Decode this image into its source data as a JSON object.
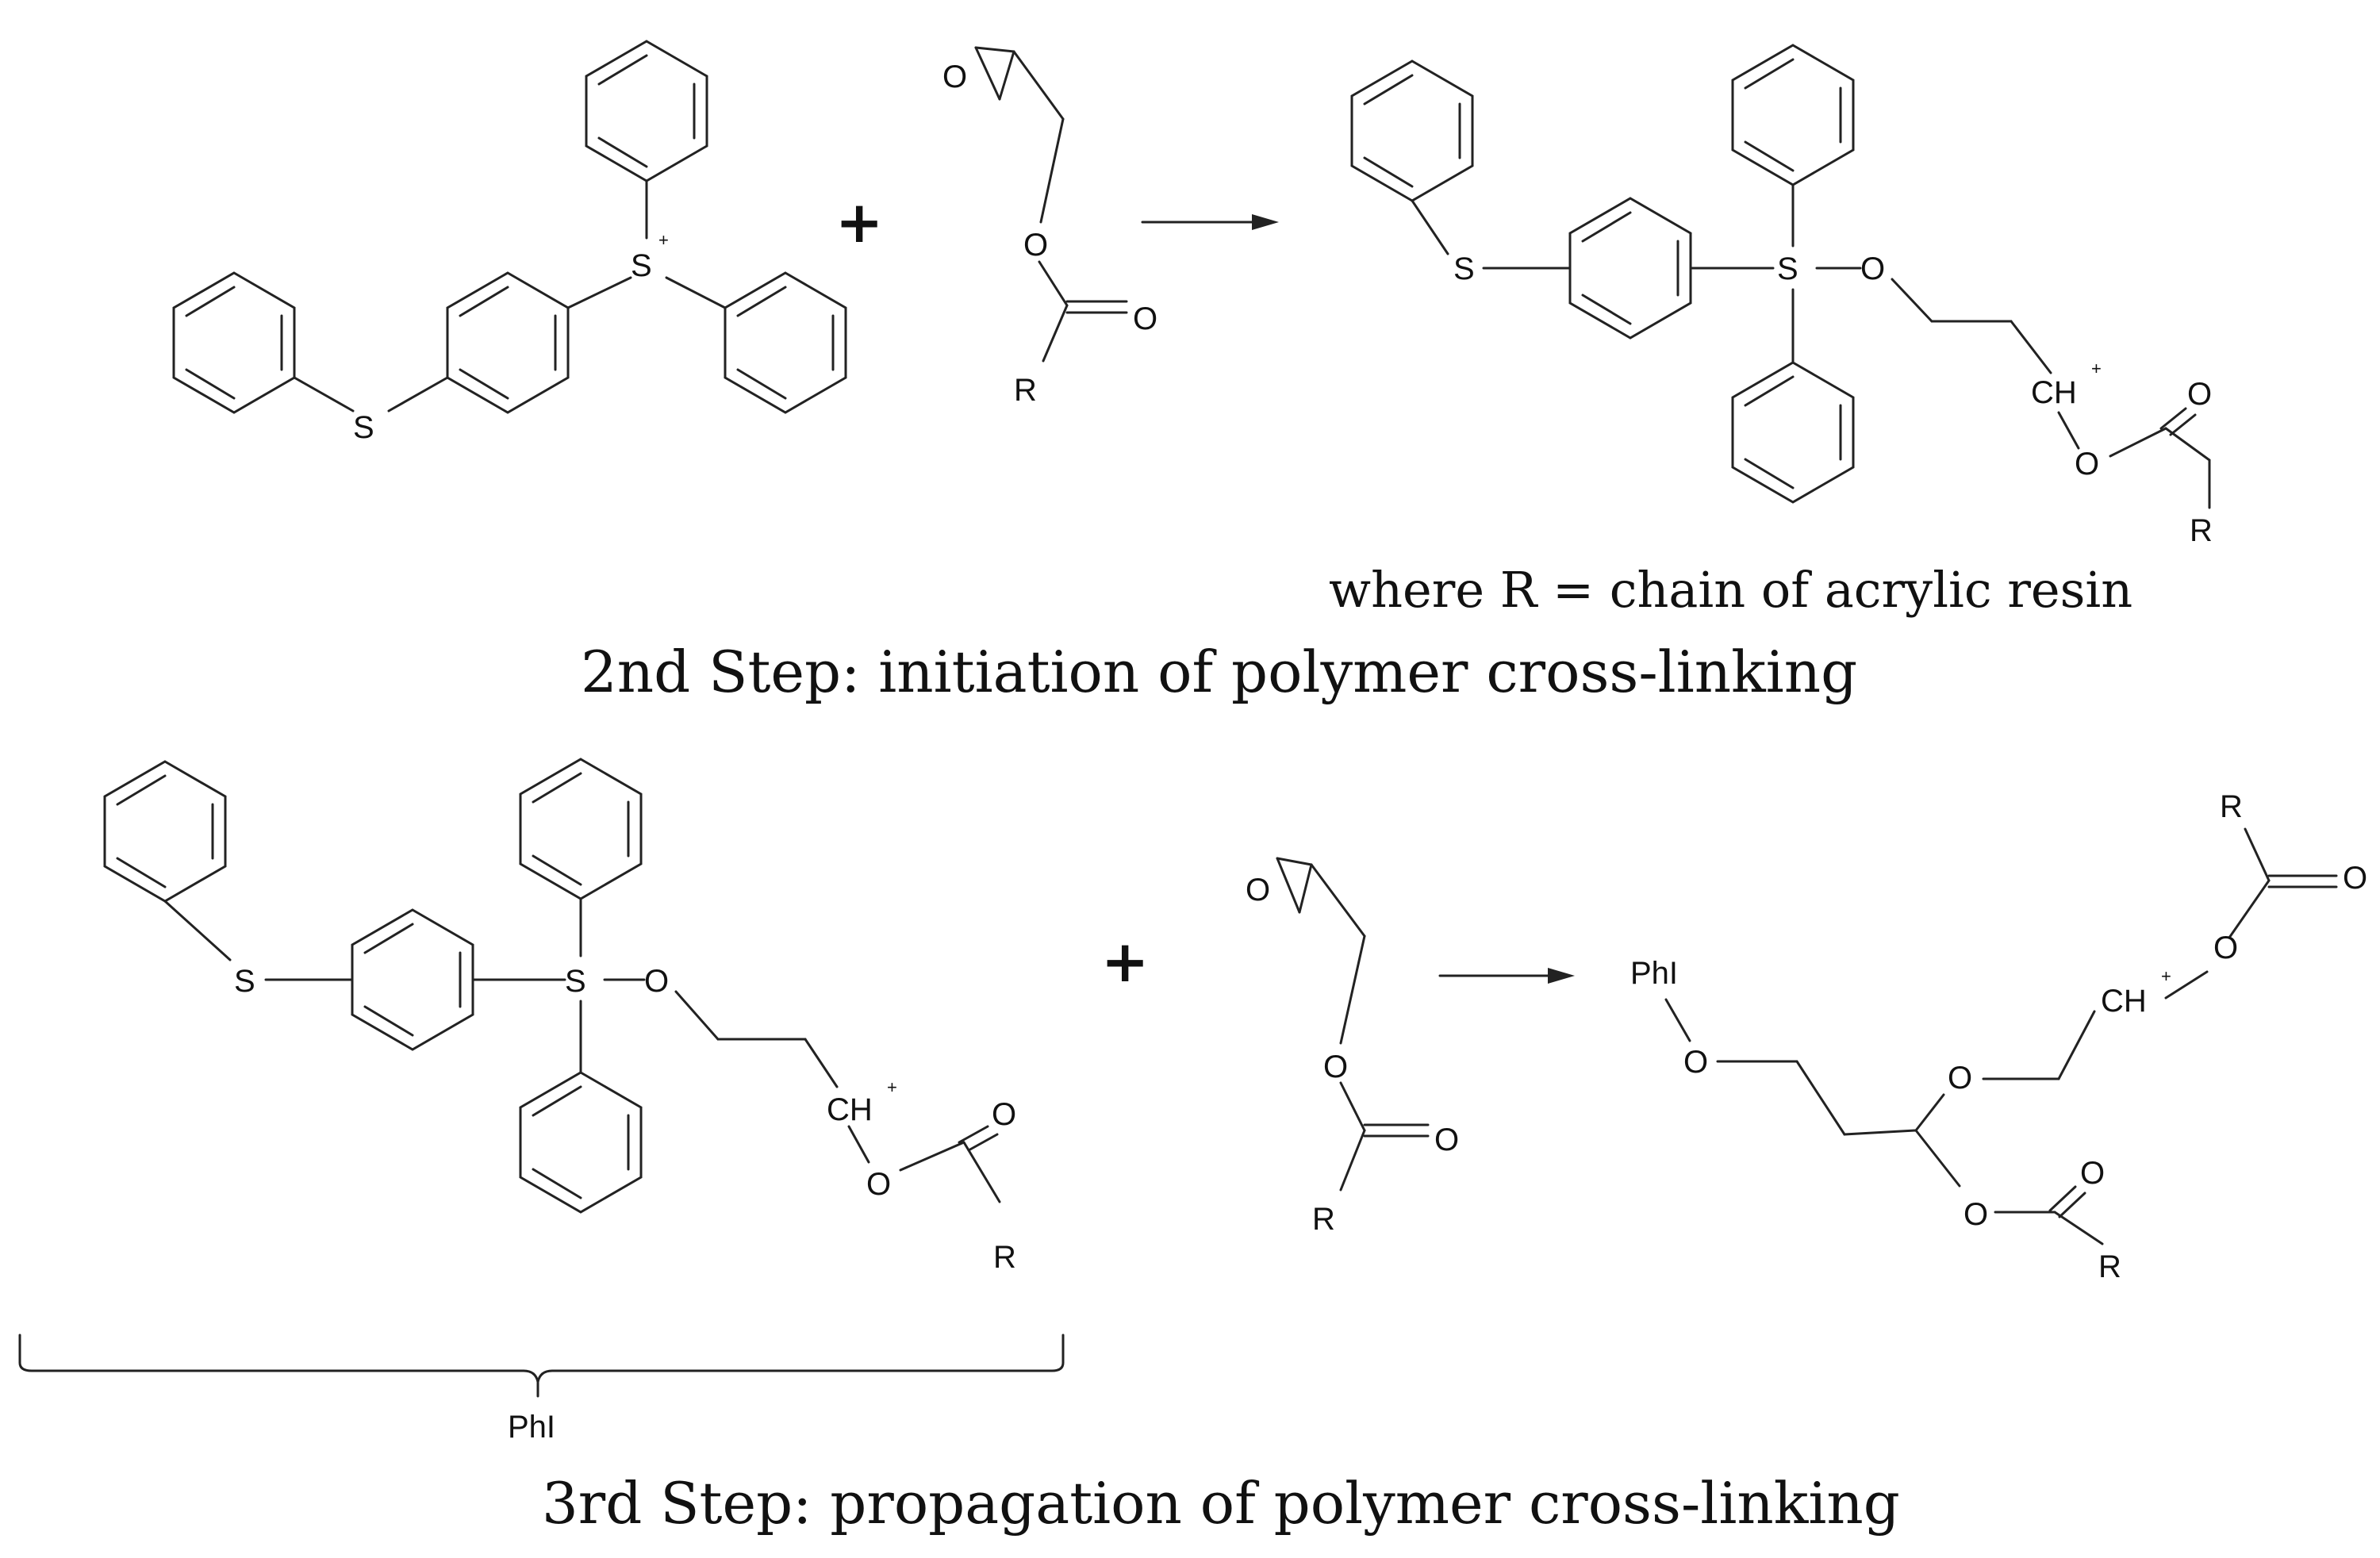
{
  "captions": {
    "note": "where R = chain of acrylic resin",
    "step2": "2nd Step: initiation of polymer cross-linking",
    "step3": "3rd Step: propagation of polymer cross-linking"
  },
  "operators": {
    "plus": "+"
  },
  "labels": {
    "S": "S",
    "O": "O",
    "R": "R",
    "CH": "CH",
    "charge": "+",
    "PhI": "PhI"
  }
}
